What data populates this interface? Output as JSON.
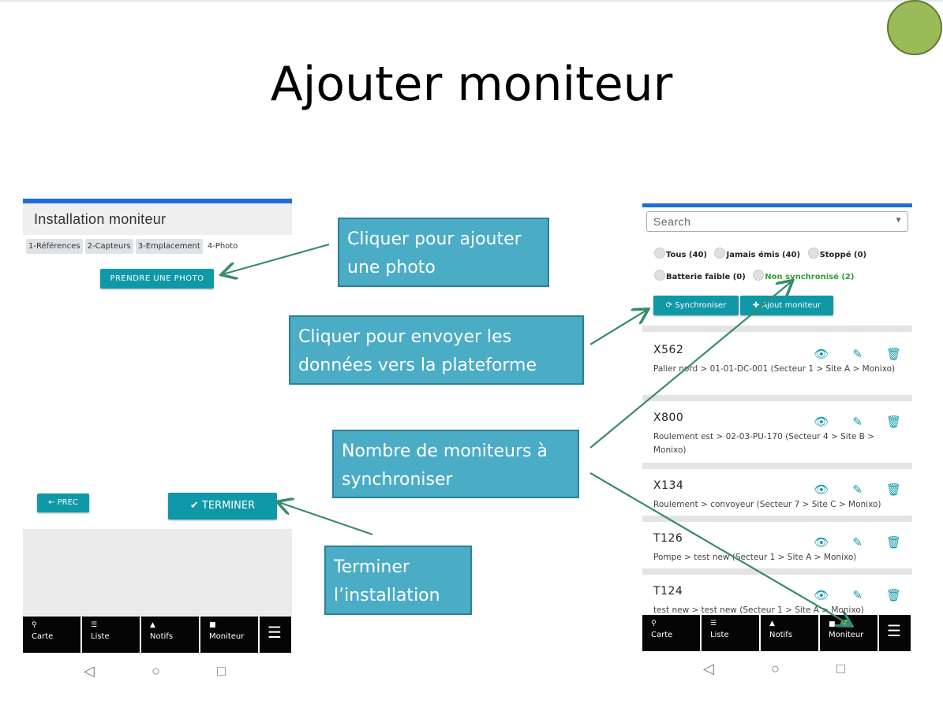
{
  "slide": {
    "title": "Ajouter moniteur",
    "accent_color": "#9bbb59"
  },
  "left_phone": {
    "header": "Installation moniteur",
    "tabs": [
      "1-Références",
      "2-Capteurs",
      "3-Emplacement",
      "4-Photo"
    ],
    "active_tab": "4-Photo",
    "photo_button": "PRENDRE UNE PHOTO",
    "prev_button": "← PREC",
    "finish_button": "✔ TERMINER",
    "nav": [
      {
        "icon": "map-marker-icon",
        "label": "Carte"
      },
      {
        "icon": "list-icon",
        "label": "Liste"
      },
      {
        "icon": "warning-icon",
        "label": "Notifs"
      },
      {
        "icon": "square-icon",
        "label": "Moniteur"
      }
    ]
  },
  "right_phone": {
    "search_placeholder": "Search",
    "filters": [
      {
        "label": "Tous (40)"
      },
      {
        "label": "Jamais émis (40)"
      },
      {
        "label": "Stoppé (0)"
      },
      {
        "label": "Batterie faible (0)"
      },
      {
        "label": "Non synchronisé (2)",
        "color": "#2e9e3b"
      }
    ],
    "sync_button": "Synchroniser",
    "add_button": "Ajout moniteur",
    "monitors": [
      {
        "id": "X562",
        "path": "Palier nord > 01-01-DC-001 (Secteur 1 > Site A > Monixo)"
      },
      {
        "id": "X800",
        "path": "Roulement est > 02-03-PU-170 (Secteur 4 > Site B > Monixo)"
      },
      {
        "id": "X134",
        "path": "Roulement > convoyeur (Secteur 7 > Site C > Monixo)"
      },
      {
        "id": "T126",
        "path": "Pompe > test new (Secteur 1 > Site A > Monixo)"
      },
      {
        "id": "T124",
        "path": "test new > test new (Secteur 1 > Site A > Monixo)"
      }
    ],
    "nav": [
      {
        "icon": "map-marker-icon",
        "label": "Carte"
      },
      {
        "icon": "list-icon",
        "label": "Liste"
      },
      {
        "icon": "warning-icon",
        "label": "Notifs"
      },
      {
        "icon": "square-icon",
        "label": "Moniteur",
        "badge": "2"
      }
    ]
  },
  "callouts": {
    "photo": "Cliquer pour ajouter une photo",
    "send": "Cliquer pour envoyer les données vers la plateforme",
    "count": "Nombre de moniteurs à synchroniser",
    "finish": "Terminer l’installation"
  }
}
